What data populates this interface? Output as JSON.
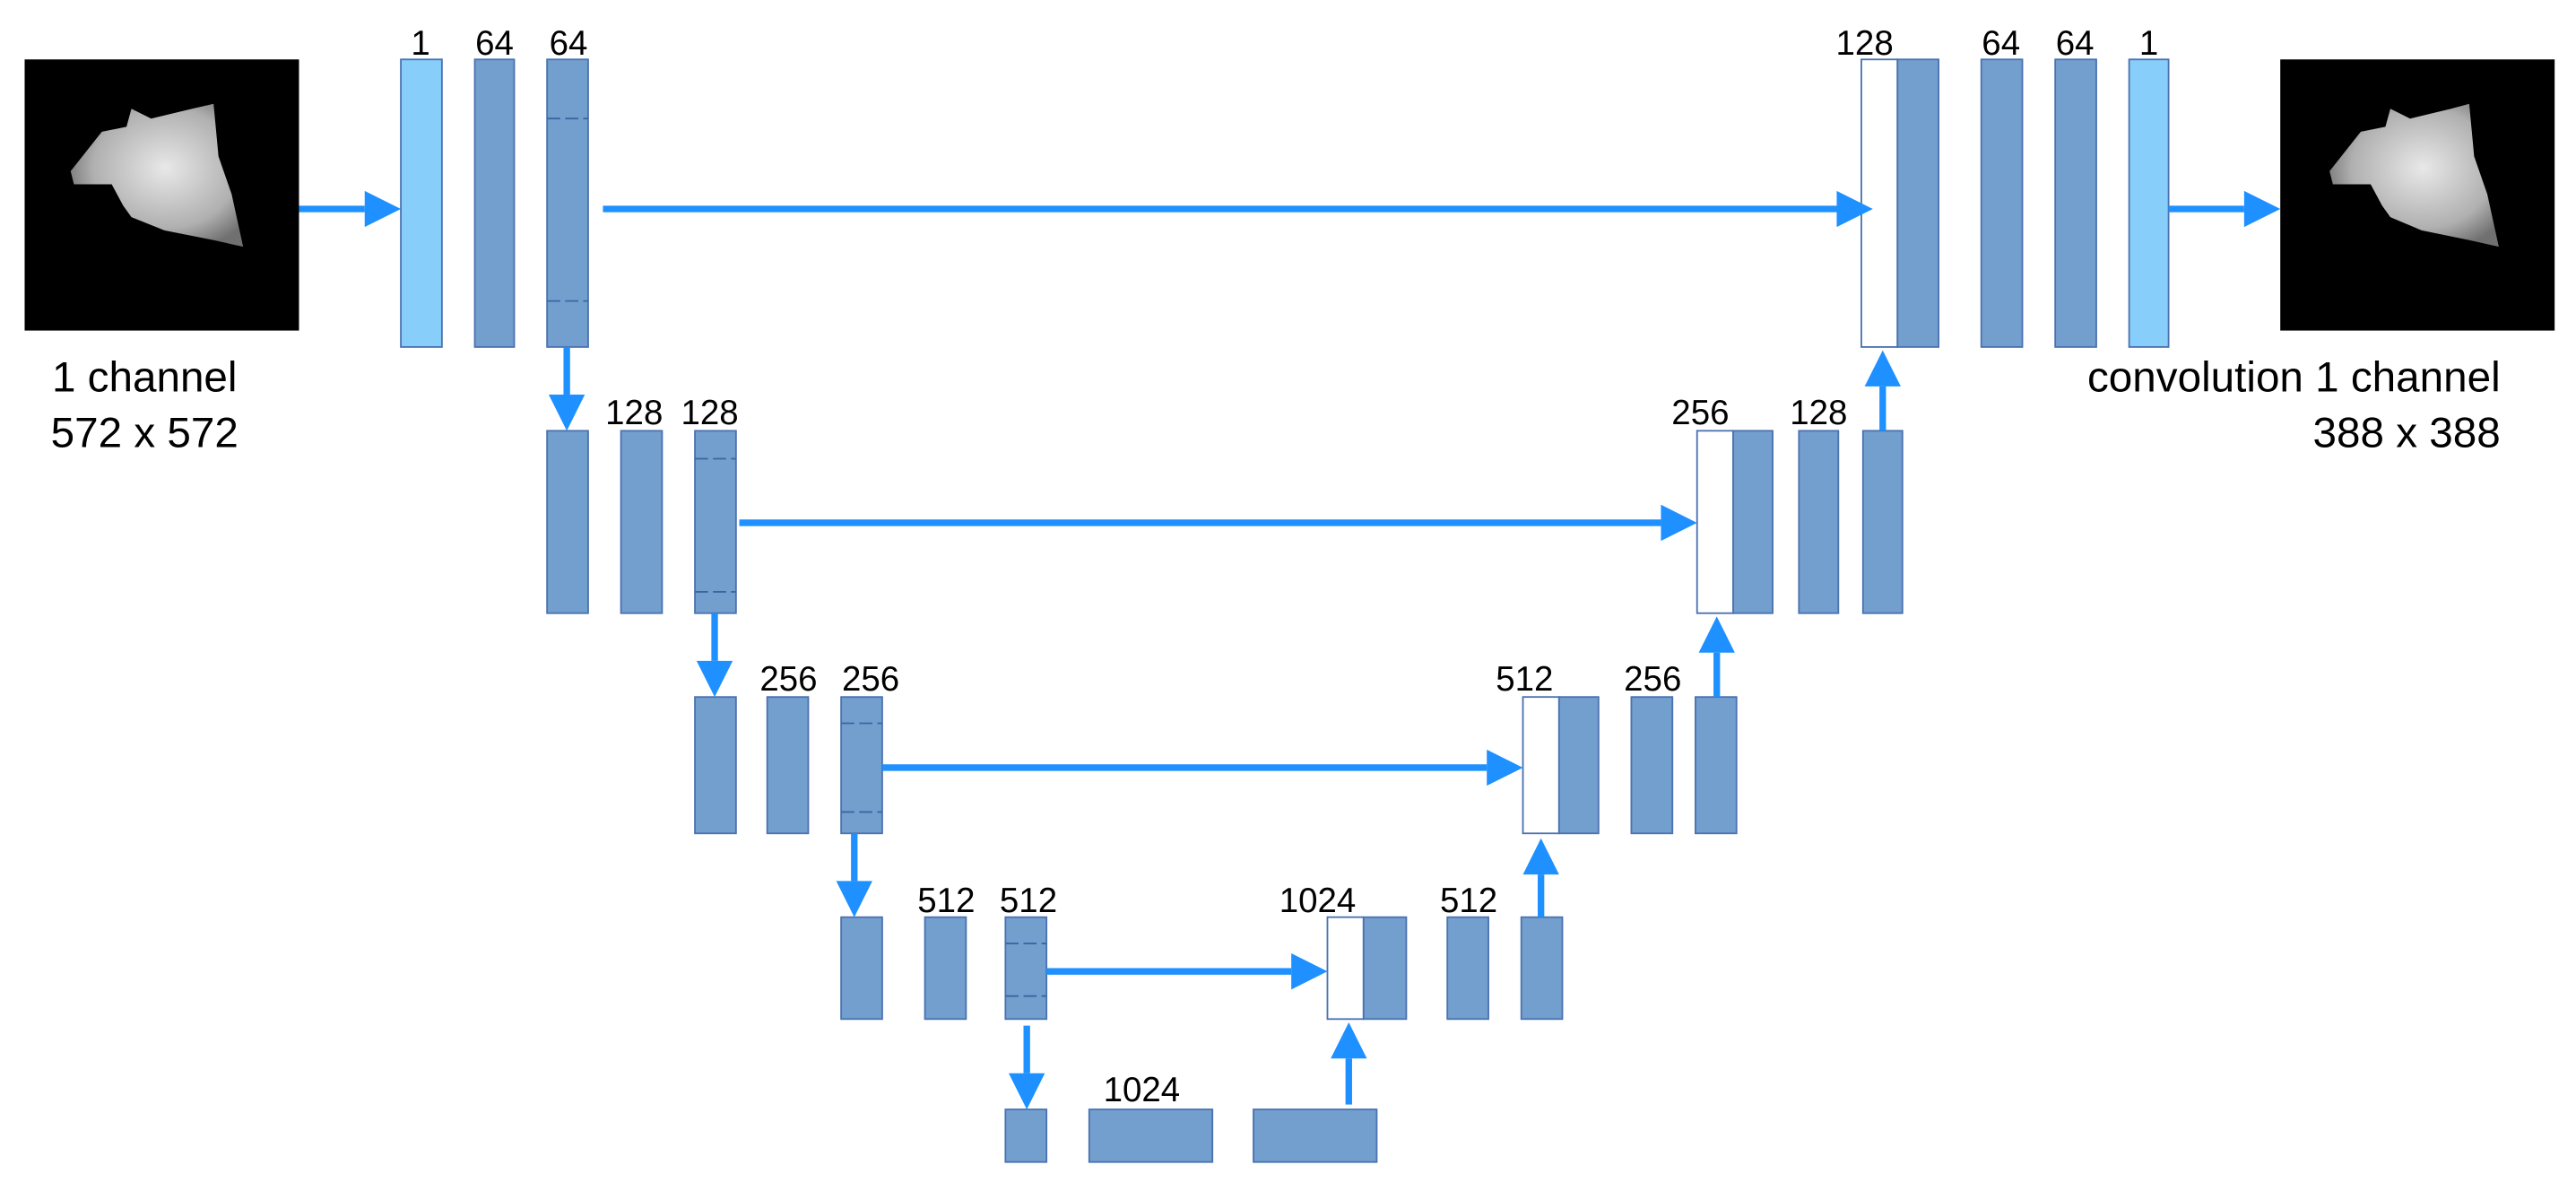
{
  "input": {
    "caption_line1": "1 channel",
    "caption_line2": "572 x 572"
  },
  "output": {
    "caption_line1": "convolution 1 channel",
    "caption_line2": "388 x 388"
  },
  "encoder": {
    "level0": [
      "1",
      "64",
      "64"
    ],
    "level1": [
      "128",
      "128"
    ],
    "level2": [
      "256",
      "256"
    ],
    "level3": [
      "512",
      "512"
    ],
    "bottleneck": [
      "1024"
    ]
  },
  "decoder": {
    "level3": [
      "1024",
      "512"
    ],
    "level2": [
      "512",
      "256"
    ],
    "level1": [
      "256",
      "128"
    ],
    "level0": [
      "128",
      "64",
      "64",
      "1"
    ]
  },
  "colors": {
    "feature_map": "#739fcf",
    "io_layer": "#87cefa",
    "copied_map": "#ffffff",
    "arrow": "#1e90ff"
  }
}
